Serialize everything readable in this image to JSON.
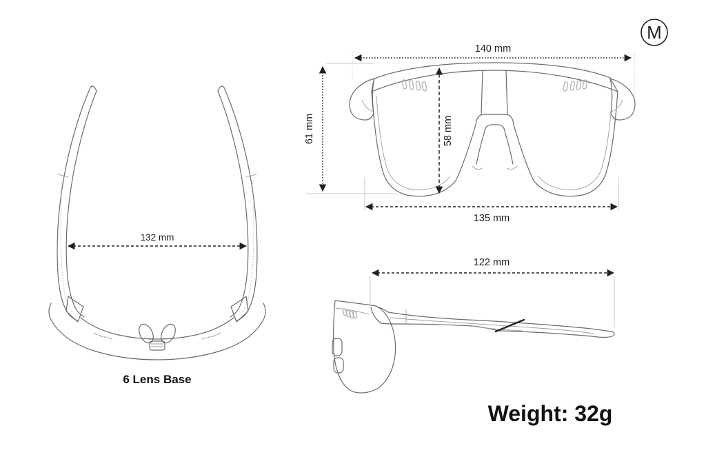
{
  "badge": {
    "label": "M"
  },
  "top_view": {
    "dim_temple_spread": "132 mm",
    "caption": "6 Lens Base"
  },
  "front_view": {
    "dim_frame_width": "140 mm",
    "dim_frame_height": "61 mm",
    "dim_lens_height": "58 mm",
    "dim_lens_width": "135 mm"
  },
  "side_view": {
    "dim_temple_length": "122 mm"
  },
  "weight": {
    "label": "Weight: 32g"
  },
  "colors": {
    "background": "#ffffff",
    "drawing_outline": "#6a6b6e",
    "dimension": "#1f2022",
    "vent": "#b4b5b7",
    "extension_line": "#c9cacb"
  }
}
